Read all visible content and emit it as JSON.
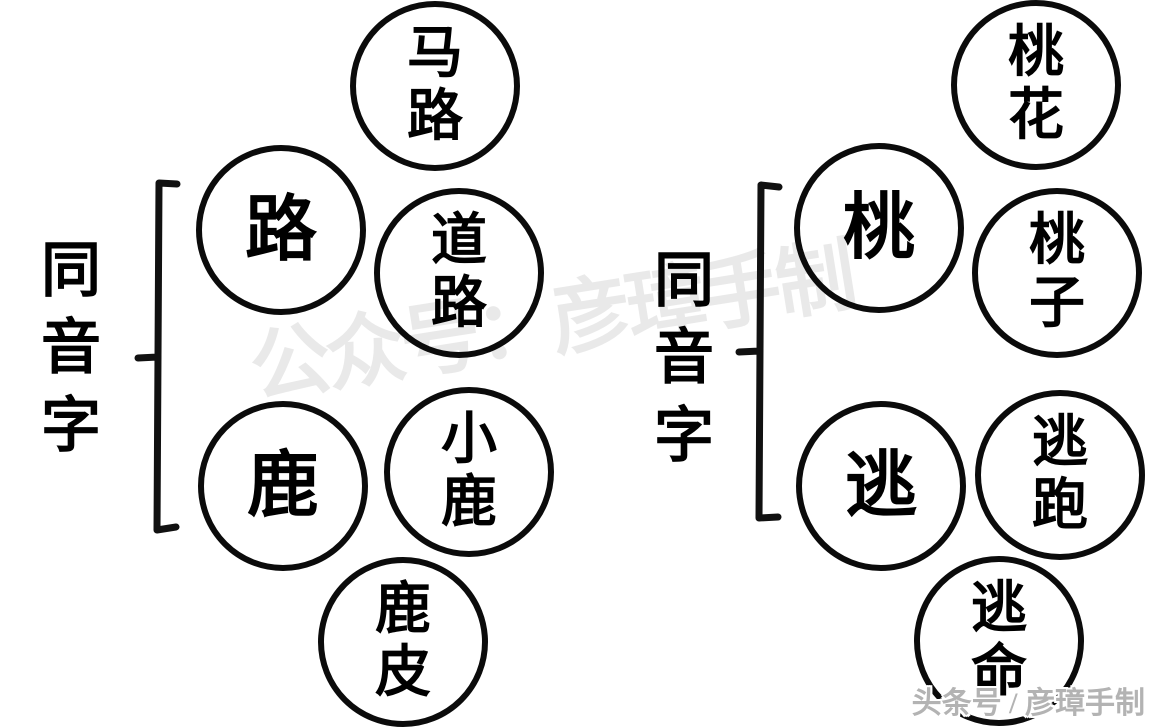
{
  "canvas": {
    "background": "#ffffff",
    "ink_color": "#0b0b0b",
    "watermark_color": "#eaeaea",
    "credit_color": "#b3b3b3"
  },
  "groups": [
    {
      "label": "同音字",
      "sets": [
        {
          "head": "路",
          "examples": [
            "马路",
            "道路"
          ]
        },
        {
          "head": "鹿",
          "examples": [
            "小鹿",
            "鹿皮"
          ]
        }
      ]
    },
    {
      "label": "同音字",
      "sets": [
        {
          "head": "桃",
          "examples": [
            "桃花",
            "桃子"
          ]
        },
        {
          "head": "逃",
          "examples": [
            "逃跑",
            "逃命"
          ]
        }
      ]
    }
  ],
  "watermarks": {
    "center": "公众号：彦璋手制",
    "bottom_right": "头条号 / 彦璋手制"
  }
}
